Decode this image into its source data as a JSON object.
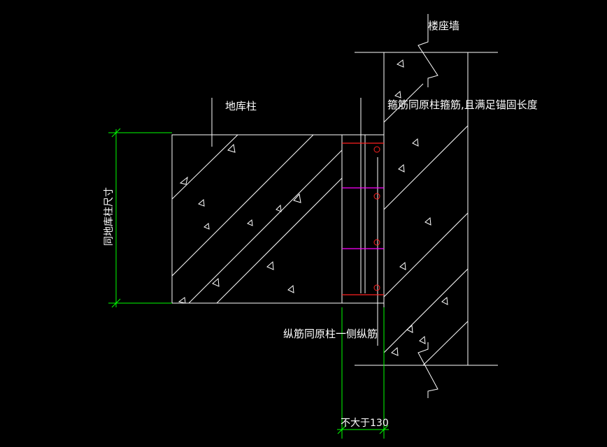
{
  "labels": {
    "wall": "楼座墙",
    "column": "地库柱",
    "stirrup_note": "箍筋同原柱箍筋,且满足锚固长度",
    "rebar_note": "纵筋同原柱一侧纵筋",
    "height_dim": "同地库柱尺寸",
    "width_dim": "不大于130"
  },
  "colors": {
    "background": "#000000",
    "outline": "#ffffff",
    "dimension": "#00ff00",
    "stirrup_red": "#ff2020",
    "stirrup_magenta": "#ff00ff",
    "rebar_circle": "#ff2020"
  }
}
